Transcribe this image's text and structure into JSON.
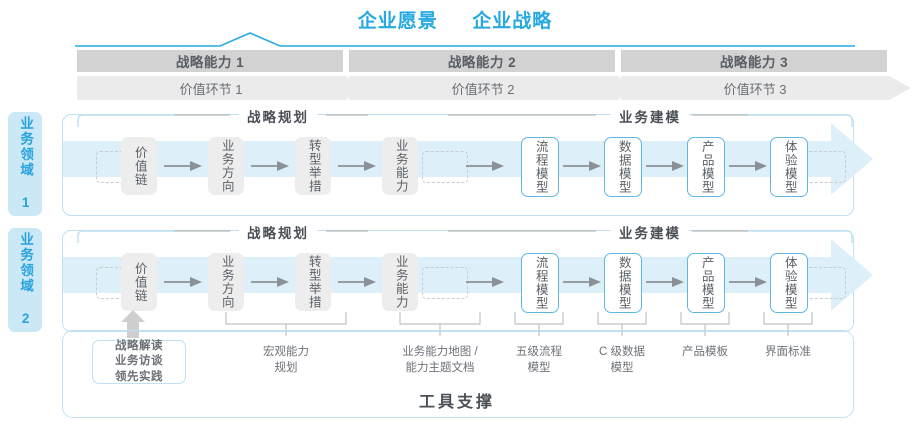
{
  "header": {
    "title_left": "企业愿景",
    "title_right": "企业战略",
    "accent_color": "#26a9e0"
  },
  "capability_bars": [
    {
      "label": "战略能力 1"
    },
    {
      "label": "战略能力 2"
    },
    {
      "label": "战略能力 3"
    }
  ],
  "value_chain_bars": [
    {
      "label": "价值环节 1"
    },
    {
      "label": "价值环节 2"
    },
    {
      "label": "价值环节 3"
    }
  ],
  "domains": [
    {
      "label": "业务领域 1"
    },
    {
      "label": "业务领域 2"
    }
  ],
  "sections": [
    {
      "label": "战略规划"
    },
    {
      "label": "业务建模"
    }
  ],
  "nodes": {
    "planning": [
      {
        "label": "价值链",
        "style": "gray"
      },
      {
        "label": "业务方向",
        "style": "gray"
      },
      {
        "label": "转型举措",
        "style": "gray"
      },
      {
        "label": "业务能力",
        "style": "gray"
      }
    ],
    "modeling": [
      {
        "label": "流程模型",
        "style": "blue"
      },
      {
        "label": "数据模型",
        "style": "blue"
      },
      {
        "label": "产品模型",
        "style": "blue"
      },
      {
        "label": "体验模型",
        "style": "blue"
      }
    ]
  },
  "annotations": {
    "boxed": {
      "line1": "战略解读",
      "line2": "业务访谈",
      "line3": "领先实践"
    },
    "items": [
      {
        "line1": "宏观能力",
        "line2": "规划"
      },
      {
        "line1": "业务能力地图 /",
        "line2": "能力主题文档"
      },
      {
        "line1": "五级流程",
        "line2": "模型"
      },
      {
        "line1": "C 级数据",
        "line2": "模型"
      },
      {
        "line1": "产品模板",
        "line2": ""
      },
      {
        "line1": "界面标准",
        "line2": ""
      }
    ]
  },
  "tool_support": {
    "title": "工具支撑"
  },
  "colors": {
    "bar_dark": "#d2d2d2",
    "bar_light": "#ebebeb",
    "blue_border": "#bfe1f3",
    "node_blue": "#5fb7e2",
    "band": "#dff0fa"
  }
}
